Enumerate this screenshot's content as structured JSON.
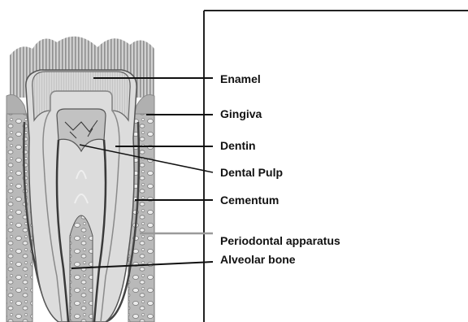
{
  "labels": {
    "enamel": "Enamel",
    "gingiva": "Gingiva",
    "dentin": "Dentin",
    "dental_pulp": "Dental Pulp",
    "cementum": "Cementum",
    "periodontal_apparatus": "Periodontal apparatus",
    "alveolar_bone": "Alveolar bone"
  },
  "colors": {
    "background": "#ffffff",
    "label_text": "#111111",
    "leader_line": "#111111",
    "periodontal_leader": "#9a9a9a",
    "enamel": "#cfcfcf",
    "dentin": "#d9d9d9",
    "pulp": "#bdbdbd",
    "gingiva": "#b5b5b5",
    "bone": "#a9a9a9",
    "frame": "#222222"
  }
}
